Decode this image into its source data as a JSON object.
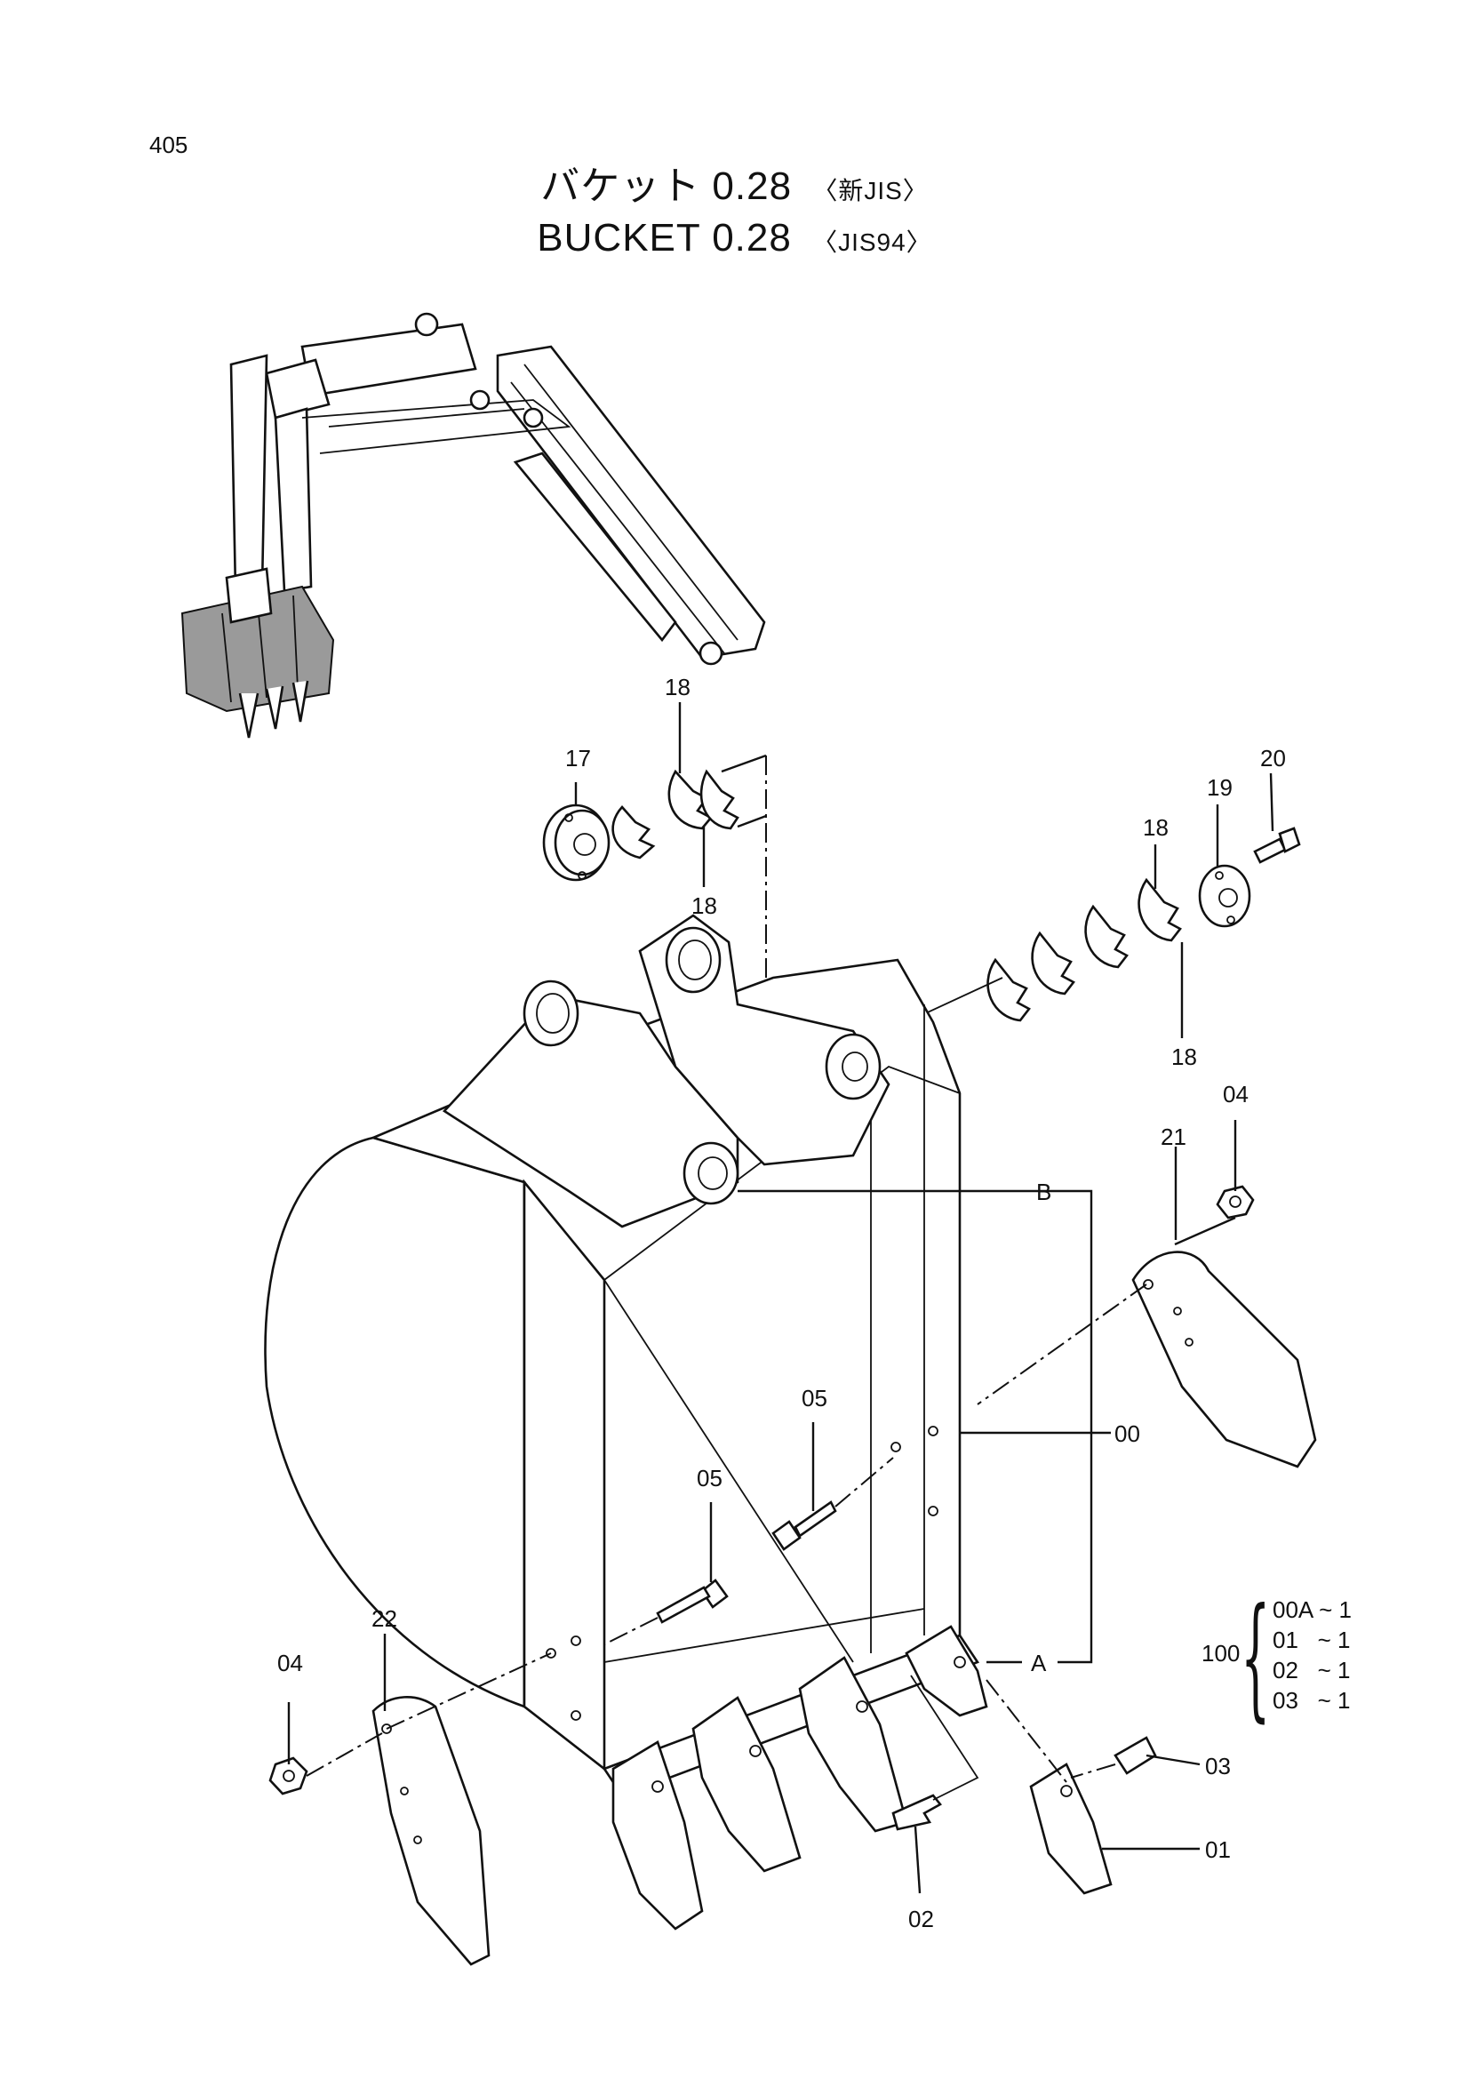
{
  "page": {
    "number": "405"
  },
  "title": {
    "jp": "バケット 0.28",
    "jp_note": "〈新JIS〉",
    "en": "BUCKET 0.28",
    "en_note": "〈JIS94〉"
  },
  "callouts": {
    "c17": "17",
    "c18a": "18",
    "c18b": "18",
    "c18c": "18",
    "c18d": "18",
    "c19": "19",
    "c20": "20",
    "c04a": "04",
    "c04b": "04",
    "c21": "21",
    "c22": "22",
    "c05a": "05",
    "c05b": "05",
    "c00": "00",
    "cB": "B",
    "cA": "A",
    "c03": "03",
    "c01": "01",
    "c02": "02"
  },
  "kit": {
    "label": "100",
    "rows": [
      {
        "code": "00A",
        "sep": "~",
        "qty": "1"
      },
      {
        "code": "01",
        "sep": "~",
        "qty": "1"
      },
      {
        "code": "02",
        "sep": "~",
        "qty": "1"
      },
      {
        "code": "03",
        "sep": "~",
        "qty": "1"
      }
    ]
  }
}
